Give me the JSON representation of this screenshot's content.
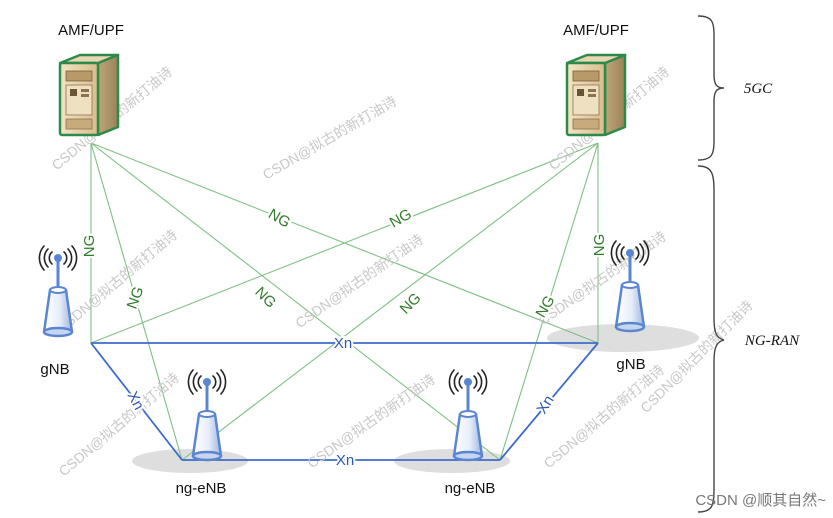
{
  "colors": {
    "ng_link": "#7fbf85",
    "ng_label": "#2f7d2a",
    "xn_link": "#3b6cc9",
    "xn_label": "#2e57b5",
    "brace": "#444444",
    "shadow": "#dedede",
    "server_outline": "#2e8a4b",
    "antenna": "#5a86d1"
  },
  "icons": {
    "core": "server-icon",
    "ran": "antenna-tower-icon"
  },
  "core": {
    "nodes": [
      {
        "id": "amf1",
        "label": "AMF/UPF"
      },
      {
        "id": "amf2",
        "label": "AMF/UPF"
      }
    ]
  },
  "ran": {
    "nodes": [
      {
        "id": "gnb1",
        "label": "gNB"
      },
      {
        "id": "gnb2",
        "label": "gNB"
      },
      {
        "id": "ngenb1",
        "label": "ng-eNB"
      },
      {
        "id": "ngenb2",
        "label": "ng-eNB"
      }
    ]
  },
  "ng_links": [
    {
      "from": "amf1",
      "to": "gnb1",
      "label": "NG"
    },
    {
      "from": "amf1",
      "to": "ngenb1",
      "label": "NG"
    },
    {
      "from": "amf1",
      "to": "ngenb2",
      "label": "NG"
    },
    {
      "from": "amf1",
      "to": "gnb2",
      "label": "NG"
    },
    {
      "from": "amf2",
      "to": "gnb1",
      "label": "NG"
    },
    {
      "from": "amf2",
      "to": "ngenb1",
      "label": "NG"
    },
    {
      "from": "amf2",
      "to": "ngenb2",
      "label": "NG"
    },
    {
      "from": "amf2",
      "to": "gnb2",
      "label": "NG"
    }
  ],
  "xn_links": [
    {
      "from": "gnb1",
      "to": "gnb2",
      "label": "Xn"
    },
    {
      "from": "gnb1",
      "to": "ngenb1",
      "label": "Xn"
    },
    {
      "from": "ngenb1",
      "to": "ngenb2",
      "label": "Xn"
    },
    {
      "from": "ngenb2",
      "to": "gnb2",
      "label": "Xn"
    }
  ],
  "braces": {
    "core": "5GC",
    "ran": "NG-RAN"
  },
  "watermark": "CSDN@拟古的新打油诗",
  "credit": "CSDN @顺其自然~"
}
